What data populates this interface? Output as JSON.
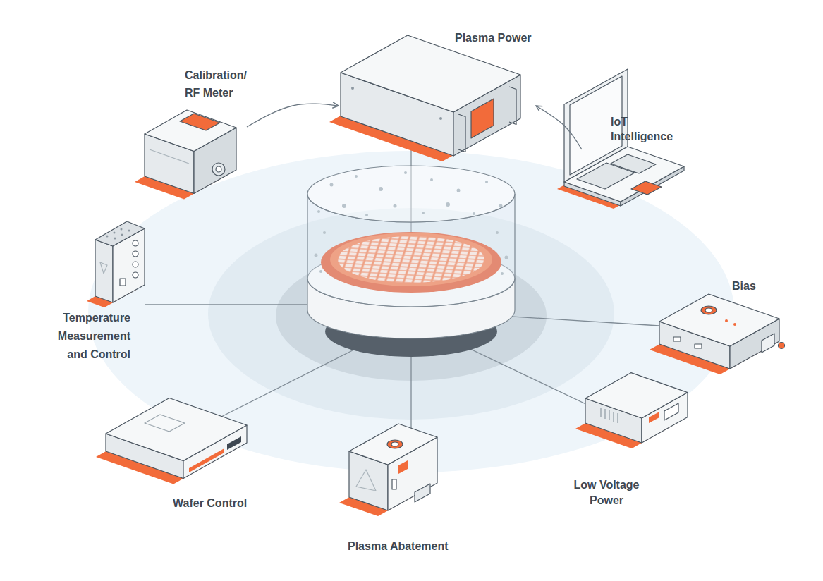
{
  "diagram": {
    "nodes": [
      {
        "text": [
          "Plasma Power"
        ]
      },
      {
        "text": [
          "Calibration/ RF Meter"
        ]
      },
      {
        "text": [
          "IoT Intelligence"
        ]
      },
      {
        "text": [
          "Bias"
        ]
      },
      {
        "text": [
          "Temperature Measurement and Control"
        ]
      },
      {
        "text": [
          "Low Voltage Power"
        ]
      },
      {
        "text": [
          "Wafer Control"
        ]
      },
      {
        "text": [
          "Plasma Abatement"
        ]
      }
    ],
    "edges": [
      {
        "from": 1,
        "to": 0,
        "arrow": "to"
      },
      {
        "from": 2,
        "to": 0,
        "arrow": "to"
      }
    ]
  }
}
